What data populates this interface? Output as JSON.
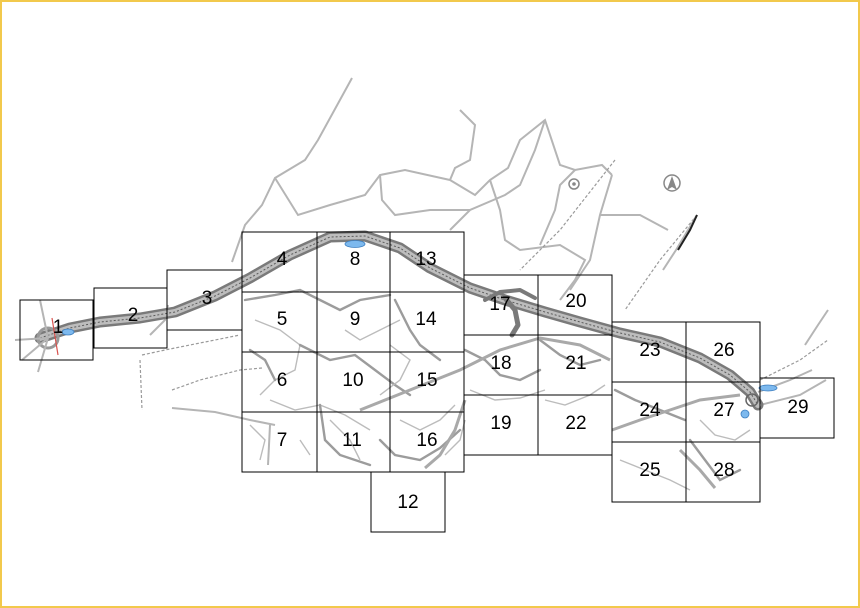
{
  "colors": {
    "frame_border": "#f2c94c",
    "road": "#a9a9a9",
    "highway": "#7a7a7a",
    "grid_line": "#000000",
    "water": "#7db9ee",
    "marker": "#d9534f"
  },
  "icons": [
    "north-arrow-icon",
    "circle-landmark-icon"
  ],
  "sheets": [
    {
      "id": "1",
      "label": "1"
    },
    {
      "id": "2",
      "label": "2"
    },
    {
      "id": "3",
      "label": "3"
    },
    {
      "id": "4",
      "label": "4"
    },
    {
      "id": "5",
      "label": "5"
    },
    {
      "id": "6",
      "label": "6"
    },
    {
      "id": "7",
      "label": "7"
    },
    {
      "id": "8",
      "label": "8"
    },
    {
      "id": "9",
      "label": "9"
    },
    {
      "id": "10",
      "label": "10"
    },
    {
      "id": "11",
      "label": "11"
    },
    {
      "id": "12",
      "label": "12"
    },
    {
      "id": "13",
      "label": "13"
    },
    {
      "id": "14",
      "label": "14"
    },
    {
      "id": "15",
      "label": "15"
    },
    {
      "id": "16",
      "label": "16"
    },
    {
      "id": "17",
      "label": "17"
    },
    {
      "id": "18",
      "label": "18"
    },
    {
      "id": "19",
      "label": "19"
    },
    {
      "id": "20",
      "label": "20"
    },
    {
      "id": "21",
      "label": "21"
    },
    {
      "id": "22",
      "label": "22"
    },
    {
      "id": "23",
      "label": "23"
    },
    {
      "id": "24",
      "label": "24"
    },
    {
      "id": "25",
      "label": "25"
    },
    {
      "id": "26",
      "label": "26"
    },
    {
      "id": "27",
      "label": "27"
    },
    {
      "id": "28",
      "label": "28"
    },
    {
      "id": "29",
      "label": "29"
    }
  ]
}
